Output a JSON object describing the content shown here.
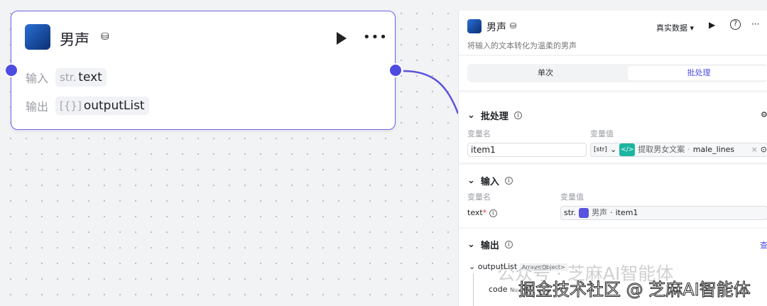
{
  "node": {
    "title": "男声",
    "input_label": "输入",
    "input_type": "str.",
    "input_name": "text",
    "output_label": "输出",
    "output_type": "[{}]",
    "output_name": "outputList"
  },
  "panel": {
    "title": "男声",
    "description": "将输入的文本转化为温柔的男声",
    "data_mode": "真实数据",
    "tabs": [
      "单次",
      "批处理"
    ],
    "active_tab": "批处理",
    "batch": {
      "title": "批处理",
      "col_name": "变量名",
      "col_value": "变量值",
      "var_name": "item1",
      "type": "[str]",
      "source_node": "提取男女文案",
      "source_field": "male_lines"
    },
    "input": {
      "title": "输入",
      "col_name": "变量名",
      "col_value": "变量值",
      "param": "text",
      "required_mark": "*",
      "type": "str.",
      "source_node": "男声",
      "source_field": "item1"
    },
    "output": {
      "title": "输出",
      "view_link": "查",
      "tree": [
        {
          "name": "outputList",
          "type": "Array<Object>"
        },
        {
          "name": "code",
          "type": "Nu"
        }
      ]
    }
  },
  "watermark": {
    "line1": "公众号 · 芝麻AI智能体",
    "line2": "掘金技术社区 @ 芝麻AI智能体"
  },
  "colors": {
    "accent": "#4d4be0",
    "node_border": "#6e63e8"
  }
}
